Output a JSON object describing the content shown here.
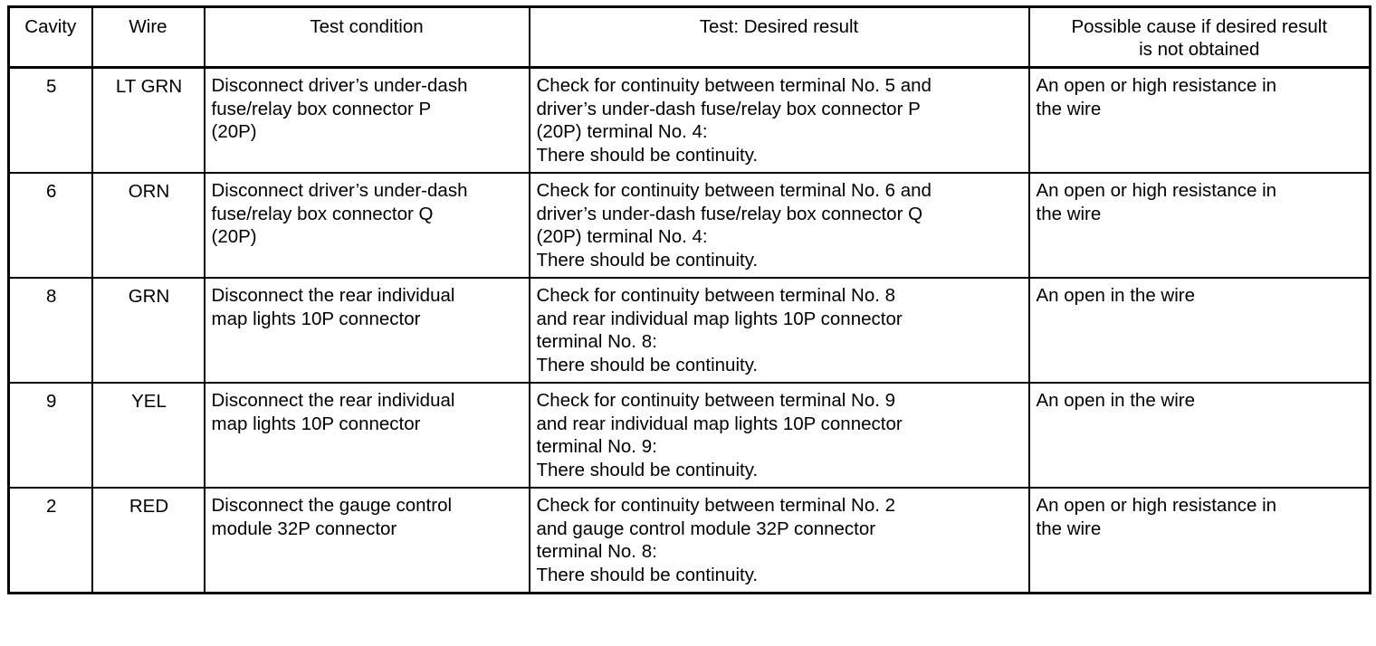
{
  "document": {
    "type": "troubleshooting-continuity-table",
    "title": ""
  },
  "table": {
    "columns": [
      {
        "key": "cavity",
        "label": "Cavity"
      },
      {
        "key": "wire",
        "label": "Wire"
      },
      {
        "key": "test_condition",
        "label": "Test condition"
      },
      {
        "key": "test_desired_result",
        "label": "Test: Desired result"
      },
      {
        "key": "possible_cause",
        "label": "Possible cause if desired result\nis not obtained"
      }
    ],
    "header_labels": {
      "cavity": "Cavity",
      "wire": "Wire",
      "test_condition": "Test condition",
      "test_desired_result": "Test: Desired result",
      "possible_cause_line1": "Possible cause if desired result",
      "possible_cause_line2": "is not obtained"
    },
    "rows": [
      {
        "cavity": "5",
        "wire": "LT GRN",
        "condition_lines": [
          "Disconnect driver’s under-dash",
          "fuse/relay box connector P",
          "(20P)"
        ],
        "test_lines": [
          "Check for continuity between terminal No. 5 and",
          "driver’s under-dash fuse/relay box connector P",
          "(20P) terminal No. 4:",
          "There should be continuity."
        ],
        "cause_lines": [
          "An open or high resistance in",
          "the wire"
        ]
      },
      {
        "cavity": "6",
        "wire": "ORN",
        "condition_lines": [
          "Disconnect driver’s under-dash",
          "fuse/relay box connector Q",
          "(20P)"
        ],
        "test_lines": [
          "Check for continuity between terminal No. 6 and",
          "driver’s under-dash fuse/relay box connector Q",
          "(20P) terminal No. 4:",
          "There should be continuity."
        ],
        "cause_lines": [
          "An open or high resistance in",
          "the wire"
        ]
      },
      {
        "cavity": "8",
        "wire": "GRN",
        "condition_lines": [
          "Disconnect the rear individual",
          "map lights 10P connector"
        ],
        "test_lines": [
          "Check for continuity between terminal No. 8",
          "and rear individual map lights 10P connector",
          "terminal No. 8:",
          "There should be continuity."
        ],
        "cause_lines": [
          "An open in the wire"
        ]
      },
      {
        "cavity": "9",
        "wire": "YEL",
        "condition_lines": [
          "Disconnect the rear individual",
          "map lights 10P connector"
        ],
        "test_lines": [
          "Check for continuity between terminal No. 9",
          "and rear individual map lights 10P connector",
          "terminal No. 9:",
          "There should be continuity."
        ],
        "cause_lines": [
          "An open in the wire"
        ]
      },
      {
        "cavity": "2",
        "wire": "RED",
        "condition_lines": [
          "Disconnect the gauge control",
          "module 32P connector"
        ],
        "test_lines": [
          "Check for continuity between terminal No. 2",
          "and gauge control module 32P connector",
          "terminal No. 8:",
          "There should be continuity."
        ],
        "cause_lines": [
          "An open or high resistance in",
          "the wire"
        ]
      }
    ]
  },
  "colors": {
    "border": "#000000",
    "text": "#000000",
    "background": "#ffffff"
  }
}
